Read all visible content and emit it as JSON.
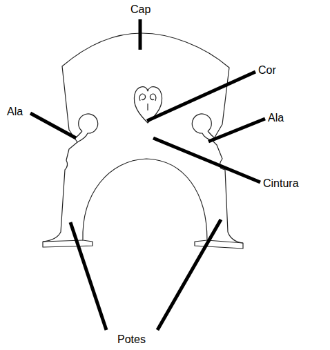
{
  "diagram": {
    "labels": [
      "Cap",
      "Cor",
      "Ala",
      "Ala",
      "Cintura",
      "Potes"
    ]
  }
}
